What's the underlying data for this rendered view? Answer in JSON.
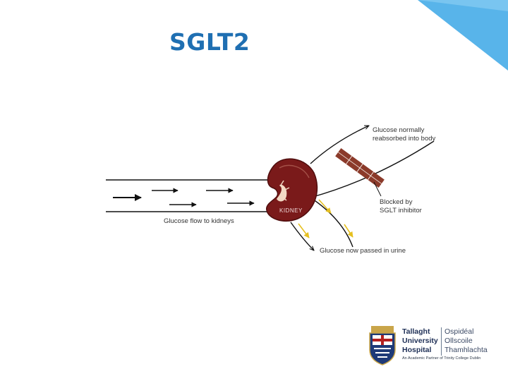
{
  "slide": {
    "title": "SGLT2",
    "accent_color": "#1f6fb2"
  },
  "diagram": {
    "labels": {
      "reabsorbed_line1": "Glucose normally",
      "reabsorbed_line2": "reabsorbed into body",
      "blocked_line1": "Blocked by",
      "blocked_line2": "SGLT inhibitor",
      "flow": "Glucose flow to kidneys",
      "urine": "Glucose now passed in urine",
      "kidney": "KIDNEY"
    },
    "colors": {
      "kidney": "#7a1a1a",
      "barrier": "#8b3a2a",
      "glucose_arrow": "#e6c020",
      "flow_arrow": "#111111"
    }
  },
  "logo": {
    "english": [
      "Tallaght",
      "University",
      "Hospital"
    ],
    "irish": [
      "Ospidéal",
      "Ollscoile",
      "Thamhlachta"
    ],
    "tagline": "An Academic Partner of Trinity College Dublin",
    "icon": "hospital-crest-icon"
  }
}
